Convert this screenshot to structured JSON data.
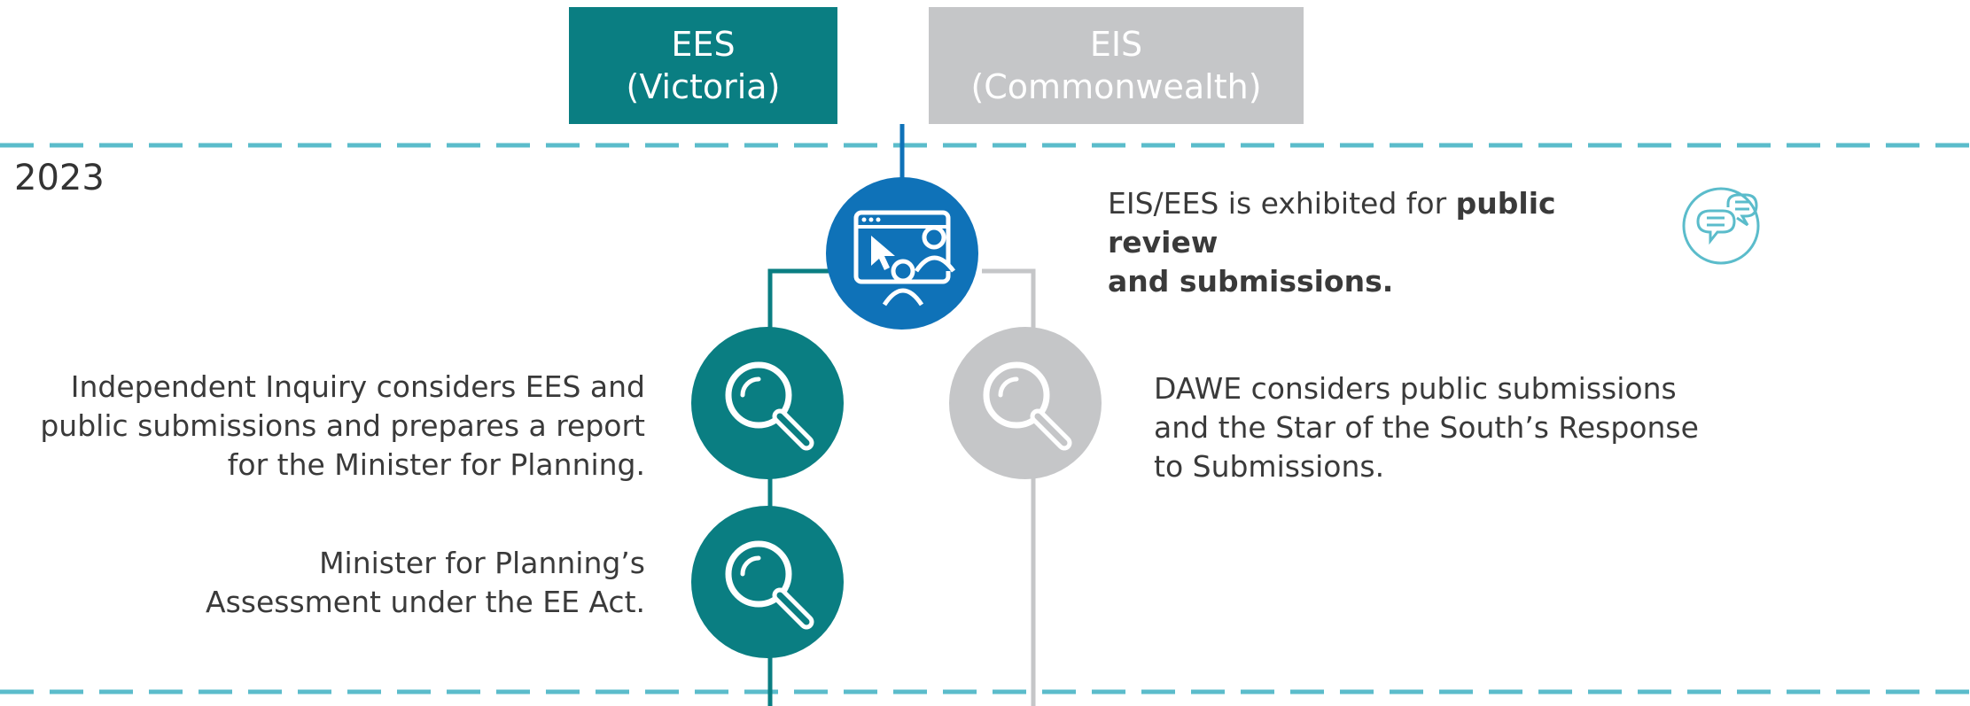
{
  "headers": {
    "ees": {
      "line1": "EES",
      "line2": "(Victoria)"
    },
    "eis": {
      "line1": "EIS",
      "line2": "(Commonwealth)"
    }
  },
  "year": "2023",
  "steps": {
    "exhibit": {
      "text_normal": "EIS/EES is exhibited for ",
      "text_bold_1": "public review",
      "text_bold_2": "and submissions.",
      "icon": "online-meeting-icon",
      "side_icon": "chat-bubbles-icon"
    },
    "inquiry": {
      "lines": [
        "Independent Inquiry considers EES and",
        "public submissions and prepares a report",
        "for the Minister for Planning."
      ],
      "icon": "magnifier-icon"
    },
    "dawe": {
      "lines": [
        "DAWE considers public submissions",
        "and the Star of the South’s Response",
        "to Submissions."
      ],
      "icon": "magnifier-icon"
    },
    "minister": {
      "lines": [
        "Minister for Planning’s",
        "Assessment under the EE Act."
      ],
      "icon": "magnifier-icon"
    }
  },
  "colors": {
    "ees_teal": "#0a7e82",
    "eis_grey": "#c5c6c8",
    "blue": "#0f72b8",
    "dash": "#5bbccb"
  }
}
